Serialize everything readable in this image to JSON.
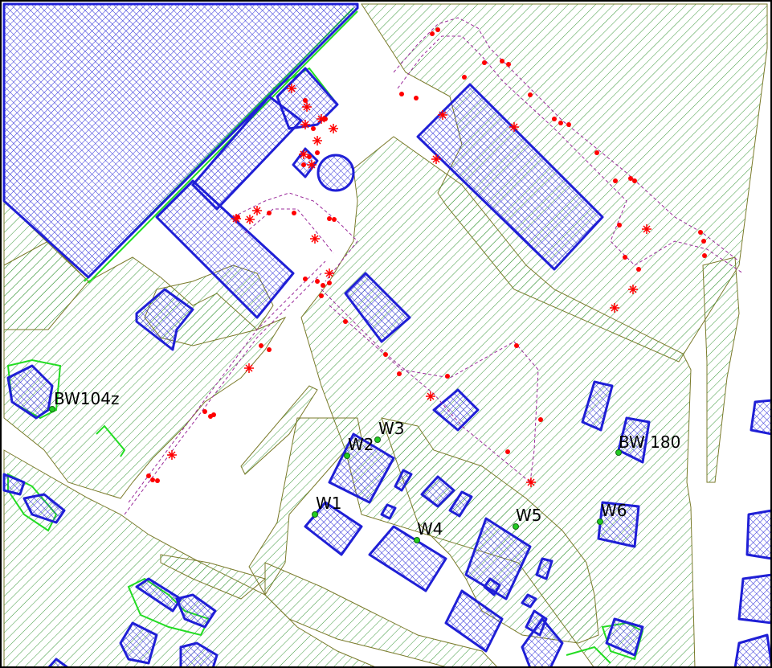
{
  "map": {
    "colors": {
      "background": "#ffffff",
      "border": "#000000",
      "building_stroke": "#1f1fd6",
      "building_hatch": "#2b2bd9",
      "green_hatch": "#3f9a3f",
      "green_outline": "#7a7a2a",
      "bright_green": "#22dd22",
      "red_marker": "#ff0000",
      "purple_dash": "#9b2a9b",
      "well_point": "#22cc22"
    },
    "well_labels": [
      {
        "id": "BW104z"
      },
      {
        "id": "W3"
      },
      {
        "id": "W2"
      },
      {
        "id": "BW 180"
      },
      {
        "id": "W1"
      },
      {
        "id": "W5"
      },
      {
        "id": "W6"
      },
      {
        "id": "W4"
      }
    ]
  }
}
